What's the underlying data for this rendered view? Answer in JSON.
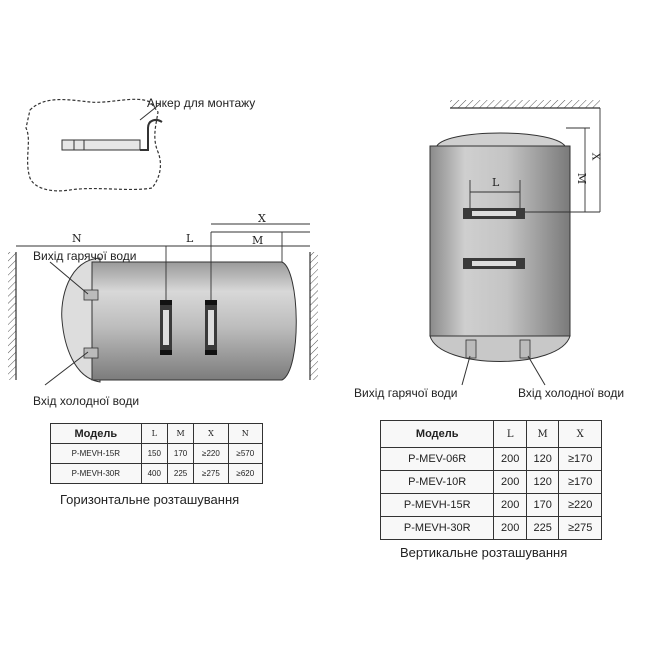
{
  "labels": {
    "anchor": "Анкер для монтажу",
    "hot_water_h": "Вихід гарячої води",
    "cold_water_h": "Вхід холодної води",
    "hot_water_v": "Вихід гарячої води",
    "cold_water_v": "Вхід холодної води",
    "caption_h": "Горизонтальне розташування",
    "caption_v": "Вертикальне розташування"
  },
  "dims": {
    "N": "N",
    "L": "L",
    "M": "M",
    "X": "X",
    "L_v": "L",
    "X_v": "X",
    "M_v": "M"
  },
  "table_h": {
    "headers": [
      "Модель",
      "L",
      "M",
      "X",
      "N"
    ],
    "rows": [
      [
        "P-MEVH-15R",
        "150",
        "170",
        "≥220",
        "≥570"
      ],
      [
        "P-MEVH-30R",
        "400",
        "225",
        "≥275",
        "≥620"
      ]
    ]
  },
  "table_v": {
    "headers": [
      "Модель",
      "L",
      "M",
      "X"
    ],
    "rows": [
      [
        "P-MEV-06R",
        "200",
        "120",
        "≥170"
      ],
      [
        "P-MEV-10R",
        "200",
        "120",
        "≥170"
      ],
      [
        "P-MEVH-15R",
        "200",
        "170",
        "≥220"
      ],
      [
        "P-MEVH-30R",
        "200",
        "225",
        "≥275"
      ]
    ]
  }
}
